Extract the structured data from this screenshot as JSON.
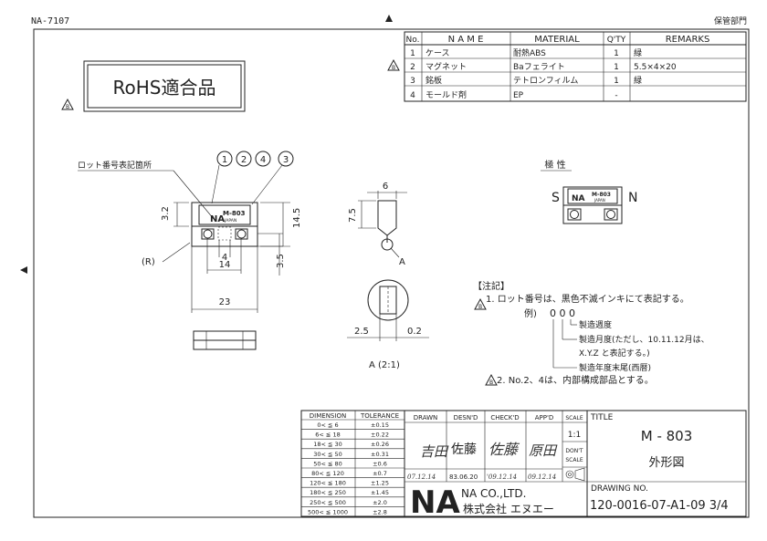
{
  "header": {
    "sheet_id": "NA-7107",
    "dept": "保管部門"
  },
  "parts_table": {
    "headers": [
      "No.",
      "N A M E",
      "MATERIAL",
      "Q'TY",
      "REMARKS"
    ],
    "rows": [
      {
        "no": "1",
        "name": "ケース",
        "material": "耐熱ABS",
        "qty": "1",
        "remarks": "緑"
      },
      {
        "no": "2",
        "name": "マグネット",
        "material": "Baフェライト",
        "qty": "1",
        "remarks": "5.5×4×20"
      },
      {
        "no": "3",
        "name": "銘板",
        "material": "テトロンフィルム",
        "qty": "1",
        "remarks": "緑"
      },
      {
        "no": "4",
        "name": "モールド剤",
        "material": "EP",
        "qty": "-",
        "remarks": ""
      }
    ],
    "revision_mark": "B"
  },
  "rohs": {
    "label": "RoHS適合品",
    "revision_mark": "B"
  },
  "front_view": {
    "lot_label": "ロット番号表記箇所",
    "balloons": [
      "1",
      "2",
      "4",
      "3"
    ],
    "plate_model": "M-803",
    "plate_sub": "JAPAN",
    "logo": "NA",
    "dims": {
      "height": "3.2",
      "total_height": "14.5",
      "inner": "4",
      "pitch": "14",
      "width": "23",
      "offset": "3.5",
      "radius": "(R)"
    }
  },
  "side_view": {
    "dims": {
      "top": "6",
      "height": "7.5",
      "left": "2.5",
      "right": "0.2"
    },
    "section": "A",
    "detail_label": "A (2:1)"
  },
  "polarity": {
    "title": "極 性",
    "s": "S",
    "n": "N",
    "model": "M-803",
    "logo": "NA",
    "sub": "JAPAN"
  },
  "notes": {
    "title": "【注記】",
    "n1_mark": "B",
    "n1": "1.  ロット番号は、黒色不滅インキにて表記する。",
    "example_prefix": "例)",
    "example_code": "0 0 0",
    "lines": [
      "製造週度",
      "製造月度(ただし、10.11.12月は、",
      "X.Y.Z と表記する。)",
      "製造年度末尾(西暦)"
    ],
    "n2_mark": "B",
    "n2": "2.  No.2、4は、内部構成部品とする。"
  },
  "tolerance": {
    "headers": [
      "DIMENSION",
      "TOLERANCE"
    ],
    "rows": [
      [
        "0<  ≦  6",
        "±0.15"
      ],
      [
        "6<  ≦  18",
        "±0.22"
      ],
      [
        "18<  ≦  30",
        "±0.26"
      ],
      [
        "30<  ≦  50",
        "±0.31"
      ],
      [
        "50<  ≦  80",
        "±0.6"
      ],
      [
        "80<  ≦  120",
        "±0.7"
      ],
      [
        "120<  ≦  180",
        "±1.25"
      ],
      [
        "180<  ≦  250",
        "±1.45"
      ],
      [
        "250<  ≦  500",
        "±2.0"
      ],
      [
        "500<  ≦  1000",
        "±2.8"
      ]
    ]
  },
  "title_block": {
    "drawn_label": "DRAWN",
    "desnd_label": "DESN'D",
    "checkd_label": "CHECK'D",
    "appd_label": "APP'D",
    "scale_label": "SCALE",
    "scale_value": "1:1",
    "dont_scale": "DON'T",
    "dont_scale2": "SCALE",
    "drawn_name": "吉田",
    "desnd_name": "佐藤",
    "checkd_name": "佐藤",
    "appd_name": "原田",
    "drawn_date": "07.12.14",
    "desnd_date": "83.06.20",
    "checkd_date": "'09.12.14",
    "appd_date": "09.12.14",
    "title_label": "TITLE",
    "model": "M - 803",
    "drawing_title": "外形図",
    "company_logo": "NA",
    "company_en": "NA CO.,LTD.",
    "company_jp": "株式会社  エヌエー",
    "drawing_no_label": "DRAWING NO.",
    "drawing_no": "120-0016-07-A1-09 3/4"
  }
}
